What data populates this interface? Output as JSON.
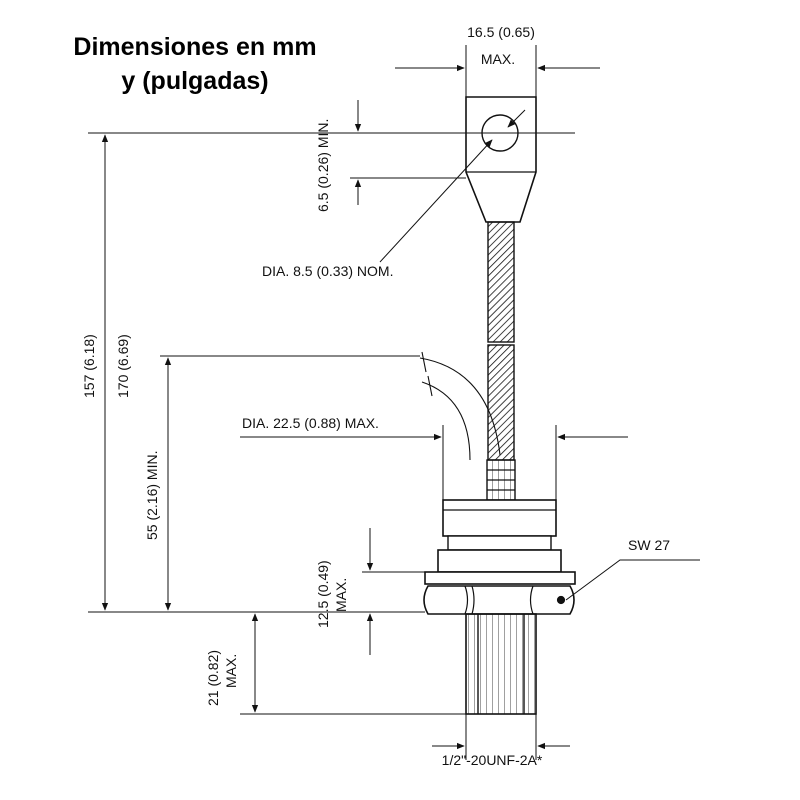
{
  "title": {
    "line1": "Dimensiones en mm",
    "line2": "y (pulgadas)"
  },
  "dimensions": {
    "top_width_value": "16.5 (0.65)",
    "top_width_note": "MAX.",
    "eye_height": "6.5 (0.26) MIN.",
    "eye_dia": "DIA. 8.5 (0.33) NOM.",
    "total_157": "157 (6.18)",
    "total_170": "170 (6.69)",
    "bend_55": "55 (2.16) MIN.",
    "body_dia": "DIA. 22.5 (0.88) MAX.",
    "sw": "SW 27",
    "nut_height_value": "12.5 (0.49)",
    "nut_height_note": "MAX.",
    "thread_len_value": "21 (0.82)",
    "thread_len_note": "MAX.",
    "thread_spec": "1/2\"-20UNF-2A*"
  },
  "colors": {
    "line": "#111111",
    "background": "#ffffff"
  }
}
